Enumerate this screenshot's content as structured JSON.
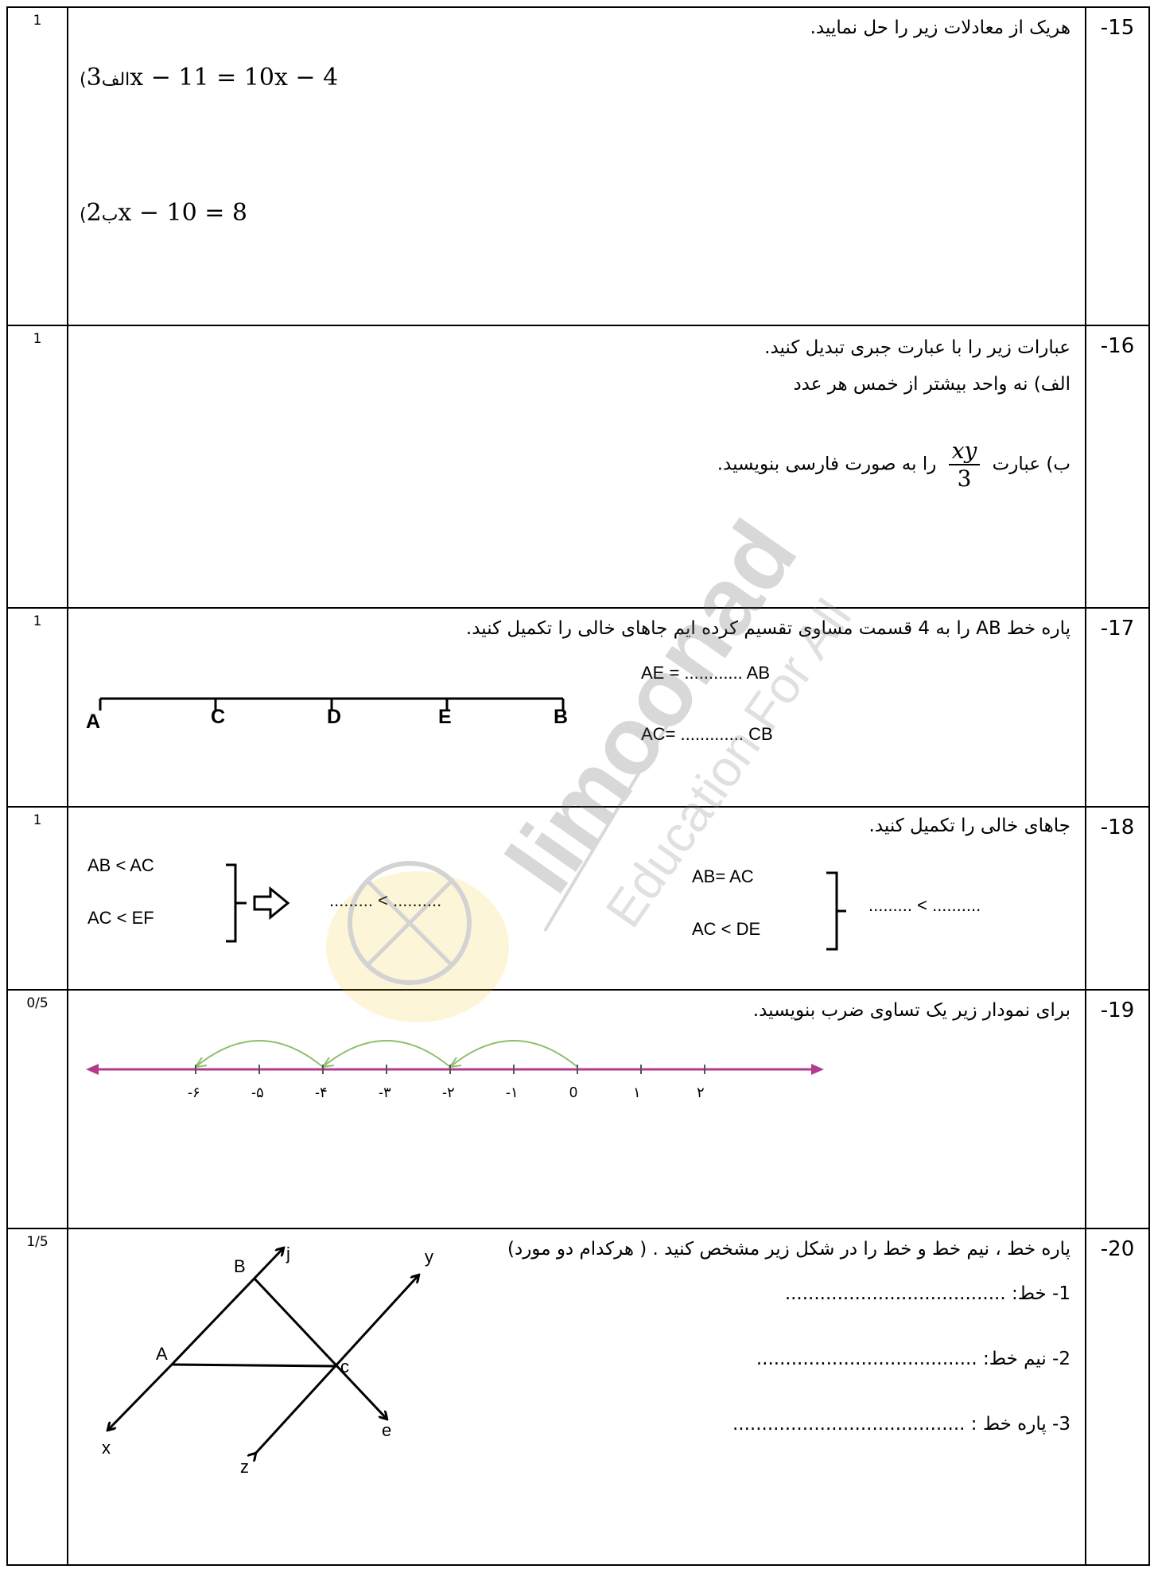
{
  "q15": {
    "number": "-15",
    "score": "1",
    "title": "هریک از معادلات زیر را حل نمایید.",
    "a_label": "(الف",
    "a_expr": "3x − 11 = 10x − 4",
    "b_label": "(ب",
    "b_expr": "2x − 10 = 8"
  },
  "q16": {
    "number": "-16",
    "score": "1",
    "title": "عبارات زیر را با عبارت جبری تبدیل کنید.",
    "a": "الف) نه واحد بیشتر از خمس هر عدد",
    "b_before": "ب) عبارت",
    "b_after": "را به صورت فارسی بنویسید.",
    "frac_num": "xy",
    "frac_den": "3"
  },
  "q17": {
    "number": "-17",
    "score": "1",
    "title": "پاره خط AB را به 4 قسمت مساوی تقسیم کرده ایم جاهای خالی را تکمیل کنید.",
    "points": [
      "A",
      "C",
      "D",
      "E",
      "B"
    ],
    "eq1": "AE = ............ AB",
    "eq2": "AC= ............. CB"
  },
  "q18": {
    "number": "-18",
    "score": "1",
    "title": "جاهای خالی را تکمیل کنید.",
    "left_1": "AB < AC",
    "left_2": "AC < EF",
    "left_blank": "......... < ..........",
    "right_1": "AB= AC",
    "right_2": "AC < DE",
    "right_blank": "......... < .........."
  },
  "q19": {
    "number": "-19",
    "score": "0/5",
    "title": "برای نمودار زیر یک تساوی ضرب بنویسید.",
    "ticks": [
      "-۶",
      "-۵",
      "-۴",
      "-۳",
      "-۲",
      "-۱",
      "0",
      "۱",
      "۲"
    ]
  },
  "q20": {
    "number": "-20",
    "score": "1/5",
    "title": "پاره خط ، نیم خط و خط را در شکل زیر مشخص کنید . ( هرکدام دو مورد)",
    "item1": "1- خط: ......................................",
    "item2": "2- نیم خط: ......................................",
    "item3": "3- پاره خط : ........................................",
    "fig_labels": {
      "B": "B",
      "j": "j",
      "y": "y",
      "A": "A",
      "c": "c",
      "x": "x",
      "z": "z",
      "e": "e"
    }
  },
  "watermark": {
    "brand": "limoonad",
    "tagline": "Education For All"
  }
}
